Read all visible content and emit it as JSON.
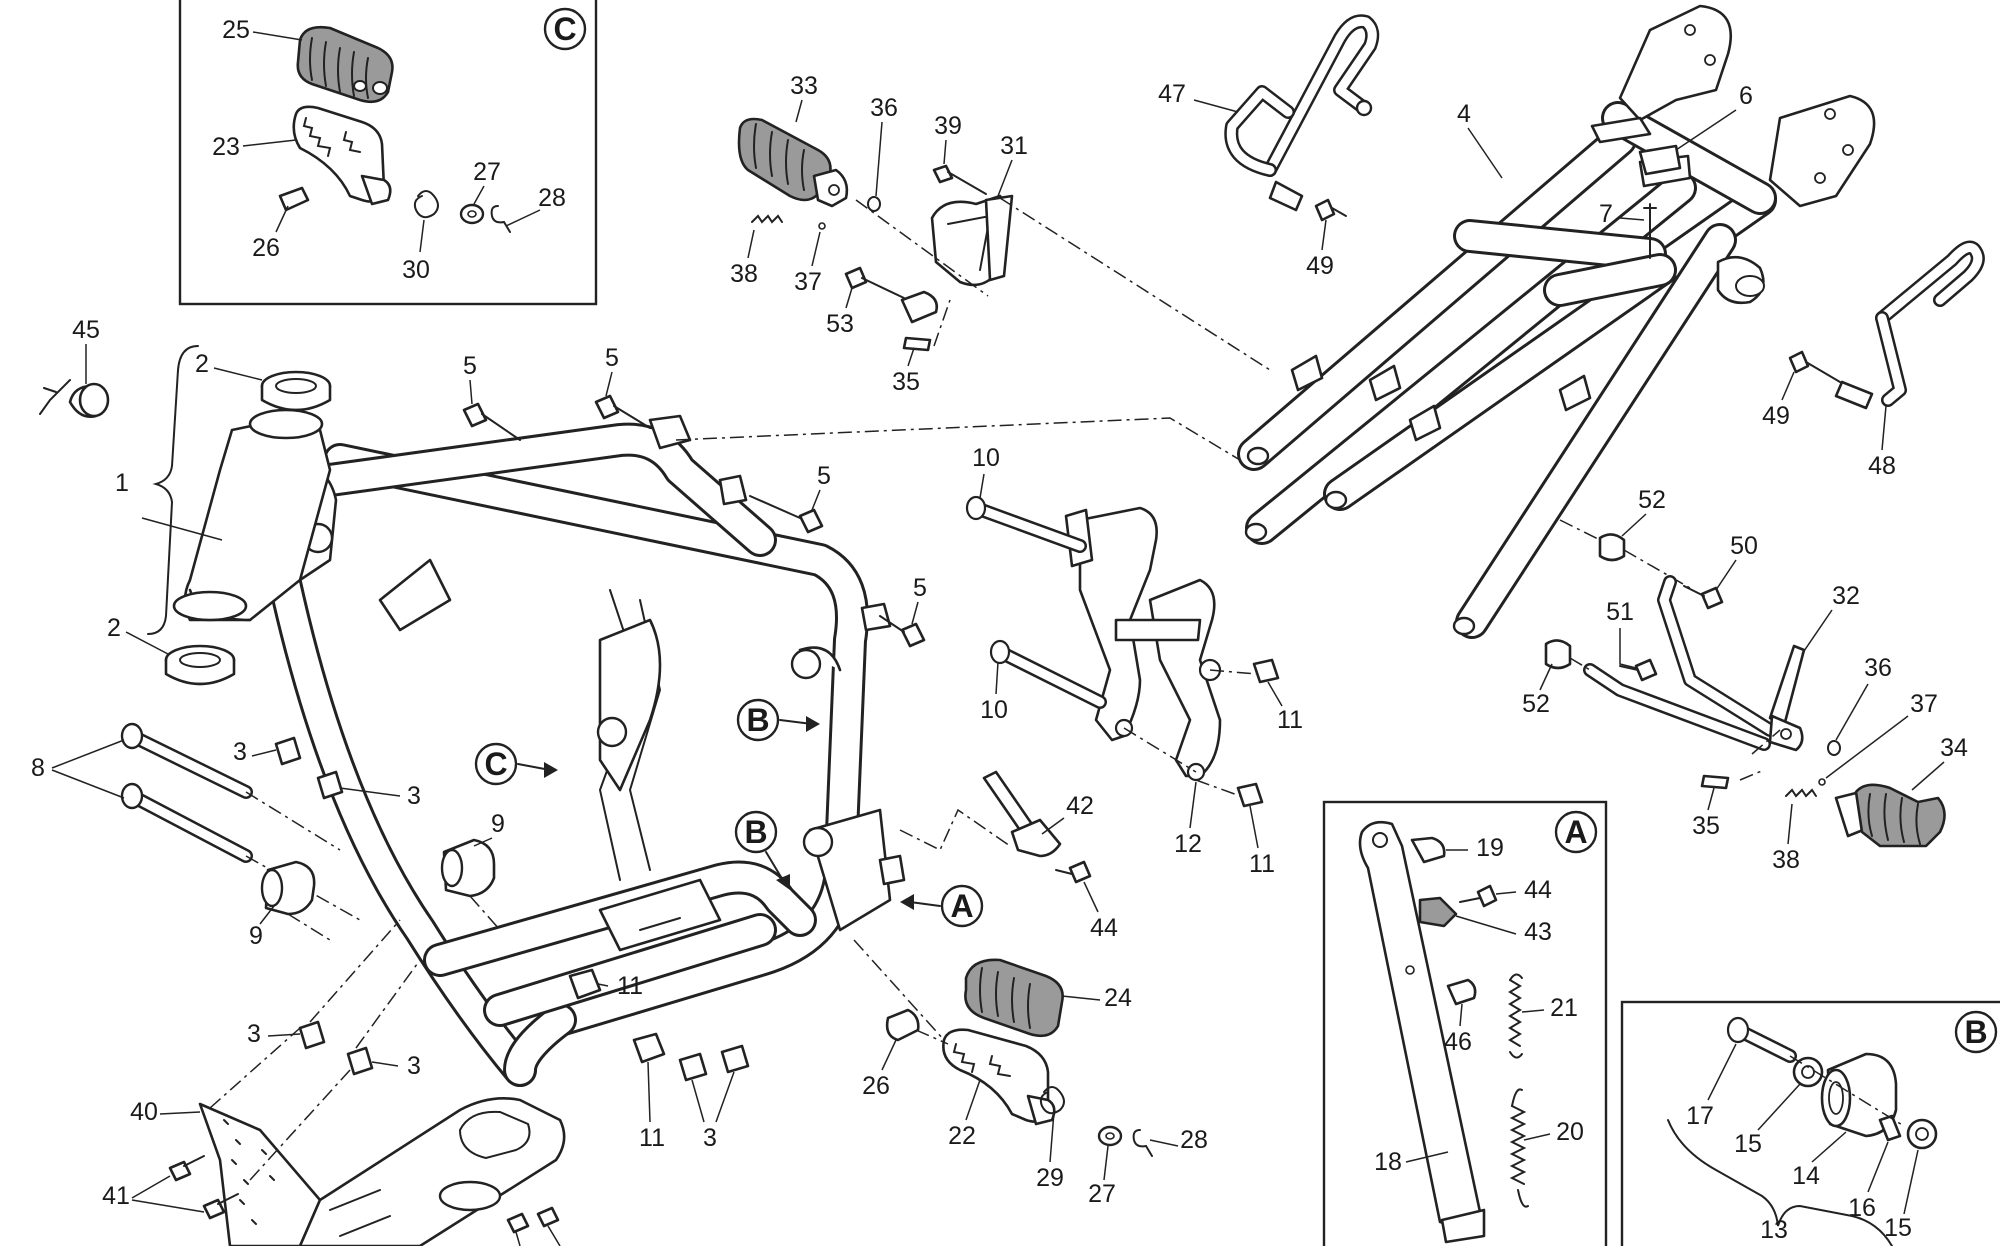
{
  "detail_boxes": [
    {
      "id": "C",
      "label": "C"
    },
    {
      "id": "A",
      "label": "A"
    },
    {
      "id": "B",
      "label": "B"
    }
  ],
  "pointers": [
    {
      "id": "B-upper",
      "label": "B"
    },
    {
      "id": "C-left",
      "label": "C"
    },
    {
      "id": "B-lower",
      "label": "B"
    },
    {
      "id": "A-right",
      "label": "A"
    }
  ],
  "callouts": [
    {
      "id": "c25",
      "label": "25"
    },
    {
      "id": "c23",
      "label": "23"
    },
    {
      "id": "c26a",
      "label": "26"
    },
    {
      "id": "c27a",
      "label": "27"
    },
    {
      "id": "c28a",
      "label": "28"
    },
    {
      "id": "c30",
      "label": "30"
    },
    {
      "id": "c45",
      "label": "45"
    },
    {
      "id": "c2a",
      "label": "2"
    },
    {
      "id": "c1",
      "label": "1"
    },
    {
      "id": "c2b",
      "label": "2"
    },
    {
      "id": "c8",
      "label": "8"
    },
    {
      "id": "c3a",
      "label": "3"
    },
    {
      "id": "c3b",
      "label": "3"
    },
    {
      "id": "c9a",
      "label": "9"
    },
    {
      "id": "c9b",
      "label": "9"
    },
    {
      "id": "c3c",
      "label": "3"
    },
    {
      "id": "c3d",
      "label": "3"
    },
    {
      "id": "c40",
      "label": "40"
    },
    {
      "id": "c41",
      "label": "41"
    },
    {
      "id": "c5a",
      "label": "5"
    },
    {
      "id": "c5b",
      "label": "5"
    },
    {
      "id": "c5c",
      "label": "5"
    },
    {
      "id": "c5d",
      "label": "5"
    },
    {
      "id": "c11a",
      "label": "11"
    },
    {
      "id": "c11b",
      "label": "11"
    },
    {
      "id": "c3e",
      "label": "3"
    },
    {
      "id": "c33",
      "label": "33"
    },
    {
      "id": "c36a",
      "label": "36"
    },
    {
      "id": "c39",
      "label": "39"
    },
    {
      "id": "c31",
      "label": "31"
    },
    {
      "id": "c38a",
      "label": "38"
    },
    {
      "id": "c37a",
      "label": "37"
    },
    {
      "id": "c53",
      "label": "53"
    },
    {
      "id": "c35a",
      "label": "35"
    },
    {
      "id": "c47",
      "label": "47"
    },
    {
      "id": "c49a",
      "label": "49"
    },
    {
      "id": "c4",
      "label": "4"
    },
    {
      "id": "c6",
      "label": "6"
    },
    {
      "id": "c7",
      "label": "7"
    },
    {
      "id": "c49b",
      "label": "49"
    },
    {
      "id": "c48",
      "label": "48"
    },
    {
      "id": "c10a",
      "label": "10"
    },
    {
      "id": "c10b",
      "label": "10"
    },
    {
      "id": "c11c",
      "label": "11"
    },
    {
      "id": "c12",
      "label": "12"
    },
    {
      "id": "c11d",
      "label": "11"
    },
    {
      "id": "c42",
      "label": "42"
    },
    {
      "id": "c44a",
      "label": "44"
    },
    {
      "id": "c24",
      "label": "24"
    },
    {
      "id": "c26b",
      "label": "26"
    },
    {
      "id": "c22",
      "label": "22"
    },
    {
      "id": "c29",
      "label": "29"
    },
    {
      "id": "c27b",
      "label": "27"
    },
    {
      "id": "c28b",
      "label": "28"
    },
    {
      "id": "c52a",
      "label": "52"
    },
    {
      "id": "c50",
      "label": "50"
    },
    {
      "id": "c51",
      "label": "51"
    },
    {
      "id": "c32",
      "label": "32"
    },
    {
      "id": "c52b",
      "label": "52"
    },
    {
      "id": "c36b",
      "label": "36"
    },
    {
      "id": "c37b",
      "label": "37"
    },
    {
      "id": "c34",
      "label": "34"
    },
    {
      "id": "c35b",
      "label": "35"
    },
    {
      "id": "c38b",
      "label": "38"
    },
    {
      "id": "c19",
      "label": "19"
    },
    {
      "id": "c44b",
      "label": "44"
    },
    {
      "id": "c43",
      "label": "43"
    },
    {
      "id": "c46",
      "label": "46"
    },
    {
      "id": "c21",
      "label": "21"
    },
    {
      "id": "c20",
      "label": "20"
    },
    {
      "id": "c18",
      "label": "18"
    },
    {
      "id": "c17",
      "label": "17"
    },
    {
      "id": "c15a",
      "label": "15"
    },
    {
      "id": "c14",
      "label": "14"
    },
    {
      "id": "c16",
      "label": "16"
    },
    {
      "id": "c15b",
      "label": "15"
    },
    {
      "id": "c13",
      "label": "13"
    }
  ]
}
